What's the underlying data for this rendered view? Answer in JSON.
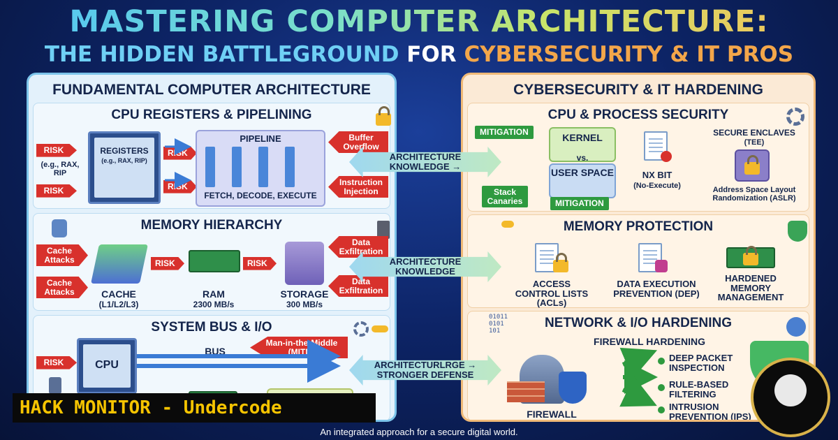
{
  "title": {
    "line1": "MASTERING COMPUTER ARCHITECTURE:",
    "line2_a": "THE HIDDEN BATTLEGROUND ",
    "line2_b": "FOR ",
    "line2_c": "CYBERSECURITY & IT PROS"
  },
  "left": {
    "title": "FUNDAMENTAL COMPUTER ARCHITECTURE",
    "cpu": {
      "title": "CPU REGISTERS & PIPELINING",
      "registers": "REGISTERS",
      "registers_sub": "(e.g., RAX, RIP)",
      "eg": "(e.g., RAX, RIP",
      "pipeline": "PIPELINE",
      "fde": "FETCH, DECODE, EXECUTE",
      "risk": "RISK",
      "buffer_overflow": "Buffer Overflow",
      "instruction_injection": "Instruction Injection"
    },
    "memory": {
      "title": "MEMORY HIERARCHY",
      "cache_attacks": "Cache Attacks",
      "risk": "RISK",
      "cache": "CACHE",
      "cache_sub": "(L1/L2/L3)",
      "ram": "RAM",
      "ram_speed": "2300 MB/s",
      "storage": "STORAGE",
      "storage_speed": "300 MB/s",
      "data_exfiltration": "Data Exfiltration"
    },
    "bus": {
      "title": "SYSTEM BUS & I/O",
      "risk": "RISK",
      "cpu": "CPU",
      "bus": "BUS",
      "mitm": "Man-in-the-Middle (MITM)"
    }
  },
  "center": {
    "arrow1": "ARCHITECTURE KNOWLEDGE →",
    "arrow2": "ARCHITECTURE KNOWLEDGE",
    "arrow3": "ARCHITECTURLRGE → STRONGER DEFENSE"
  },
  "right": {
    "title": "CYBERSECURITY & IT HARDENING",
    "cpu": {
      "title": "CPU & PROCESS SECURITY",
      "mitigation": "MITIGATION",
      "kernel": "KERNEL",
      "vs": "vs.",
      "user_space": "USER SPACE",
      "stack_canaries": "Stack Canaries",
      "nx_bit": "NX BIT",
      "nx_sub": "(No-Execute)",
      "enclaves": "SECURE ENCLAVES",
      "tee": "(TEE)",
      "aslr": "Address Space Layout Randomization (ASLR)"
    },
    "memory": {
      "title": "MEMORY PROTECTION",
      "acl": "ACCESS CONTROL LISTS (ACLs)",
      "dep": "DATA EXECUTION PREVENTION (DEP)",
      "hmm": "HARDENED MEMORY MANAGEMENT"
    },
    "network": {
      "title": "NETWORK & I/O HARDENING",
      "firewall_hardening": "FIREWALL HARDENING",
      "binary": "01011\n0101\n101",
      "dpi": "DEEP PACKET INSPECTION",
      "rbf": "RULE-BASED FILTERING",
      "ips": "INTRUSION PREVENTION (IPS)",
      "firewall": "FIREWALL"
    }
  },
  "footer": {
    "brand": "HACK MONITOR - Undercode",
    "tagline": "An integrated approach for a secure digital world."
  },
  "colors": {
    "risk": "#d8312c",
    "mitigation": "#2e9a3f",
    "left_panel": "#e3f1fb",
    "right_panel": "#fbead6"
  }
}
